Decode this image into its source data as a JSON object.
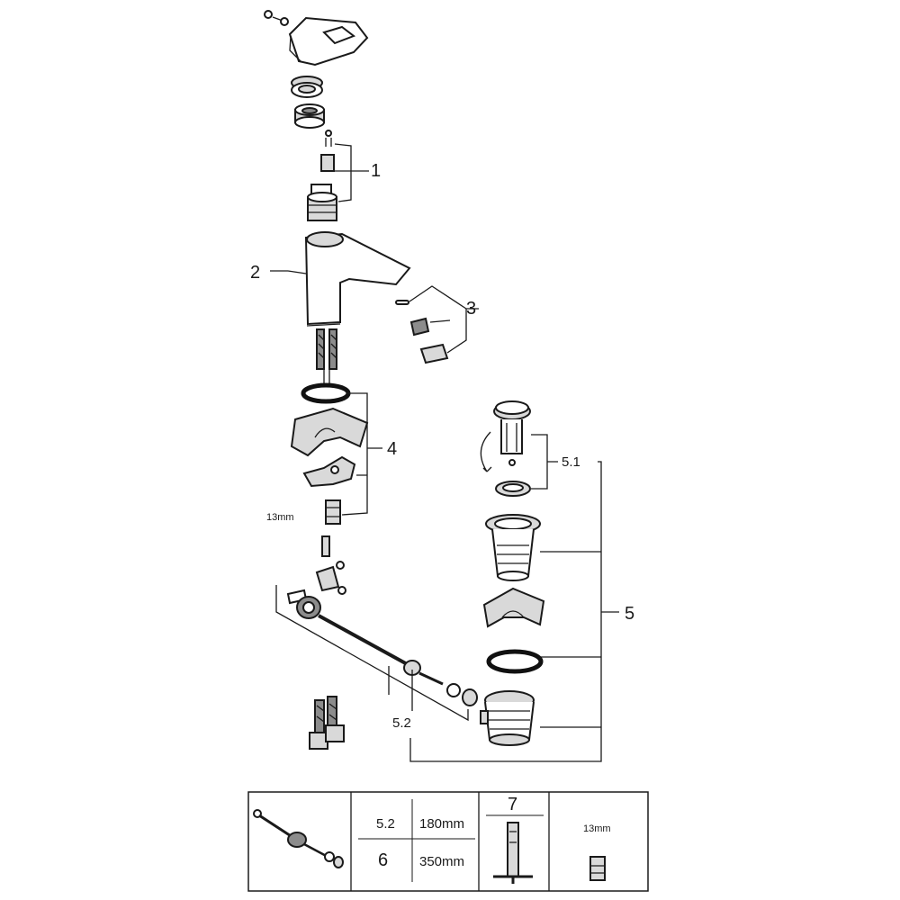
{
  "callouts": {
    "c1": "1",
    "c2": "2",
    "c3": "3",
    "c4": "4",
    "c5": "5",
    "c51": "5.1",
    "c52": "5.2",
    "wrench_size": "13mm"
  },
  "legend_table": {
    "row1_code": "5.2",
    "row1_length": "180mm",
    "row2_code": "6",
    "row2_length": "350mm",
    "tool_code": "7",
    "adapter_size": "13mm"
  }
}
